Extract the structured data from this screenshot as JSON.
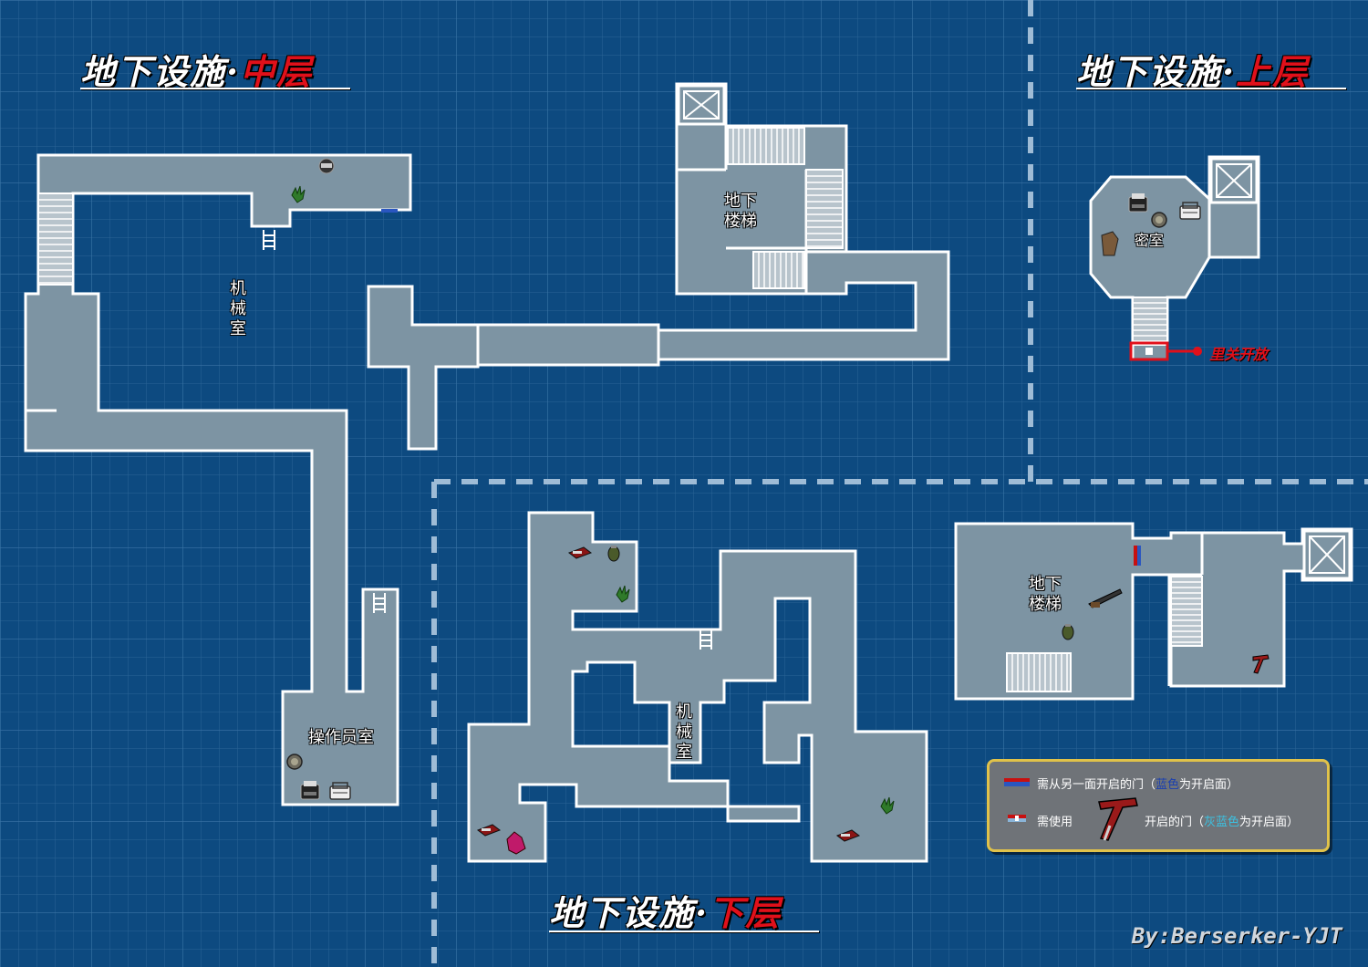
{
  "titles": {
    "middle": {
      "main": "地下设施·",
      "level": "中层"
    },
    "upper": {
      "main": "地下设施·",
      "level": "上层"
    },
    "lower": {
      "main": "地下设施·",
      "level": "下层"
    }
  },
  "rooms": {
    "middle_machine": "机械室",
    "operator_room": "操作员室",
    "middle_stairs": "地下楼梯",
    "secret_room": "密室",
    "lower_machine": "机械室",
    "lower_stairs": "地下楼梯"
  },
  "notes": {
    "upper_door": "里关开放"
  },
  "legend": {
    "row1": "需从另一面开启的门（",
    "row1_blue": "蓝色",
    "row1_end": "为开启面）",
    "row2_a": "需使用",
    "row2_b": "开启的门（",
    "row2_blue": "灰蓝色",
    "row2_end": "为开启面）"
  },
  "signature": "By:Berserker-YJT",
  "colors": {
    "background": "#0d4a80",
    "floor": "#7d94a3",
    "wall": "#ffffff",
    "highlight": "#e0101a",
    "legend_border": "#e0c24a"
  },
  "icons": [
    "ladder-icon",
    "elevator-icon",
    "stairs-icon",
    "typewriter-icon",
    "item-box-icon",
    "herb-icon",
    "ammo-icon",
    "grenade-icon",
    "shotgun-icon",
    "crank-handle-icon"
  ]
}
